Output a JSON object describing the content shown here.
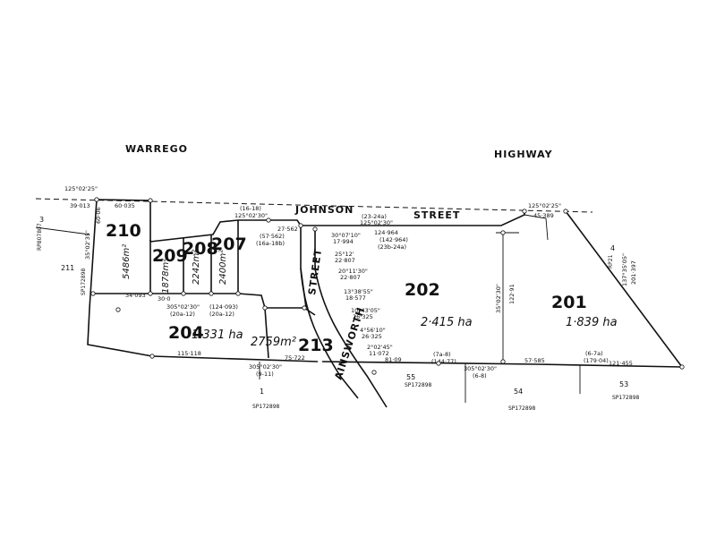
{
  "roads": {
    "warrego": "WARREGO",
    "highway": "HIGHWAY",
    "johnson": "JOHNSON",
    "street_top": "STREET",
    "street_vertical": "STREET",
    "ainsworth": "AINSWORTH"
  },
  "lots": [
    {
      "id": "lot-210",
      "number": "210",
      "area": "5486m²"
    },
    {
      "id": "lot-209",
      "number": "209",
      "area": "1878m²"
    },
    {
      "id": "lot-208",
      "number": "208",
      "area": "2242m²"
    },
    {
      "id": "lot-207",
      "number": "207",
      "area": "2400m²"
    },
    {
      "id": "lot-204",
      "number": "204",
      "area": "1·331 ha"
    },
    {
      "id": "lot-213",
      "number": "213",
      "area": "2759m²"
    },
    {
      "id": "lot-202",
      "number": "202",
      "area": "2·415 ha"
    },
    {
      "id": "lot-201",
      "number": "201",
      "area": "1·839 ha"
    }
  ],
  "adjoining": {
    "lot3": "3",
    "lot3_plan": "RP807807",
    "lot211": "211",
    "sp_left": "SP172898",
    "lot1": "1",
    "lot1_plan": "SP172898",
    "lot55": "55",
    "lot55_plan": "SP172898",
    "lot54": "54",
    "lot54_plan": "SP172898",
    "lot53": "53",
    "lot53_plan": "SP172898",
    "lot4": "4",
    "lot4_plan": "RP21"
  },
  "dimensions": {
    "top_warrego": "125°02'25\"",
    "top_39": "39·013",
    "top_60": "60·035",
    "top_1618": "(16-18)",
    "top_12502": "125°02'30\"",
    "bear_207": "27·562",
    "bear_207b": "(57·562)",
    "bear_207c": "(16a-18b)",
    "johnson_2324": "(23-24a)",
    "johnson_bearing": "125°02'30\"",
    "johnson_124": "124·964",
    "johnson_142": "(142·964)",
    "johnson_23b": "(23b-24a)",
    "right_45": "45·389",
    "right_12502": "125°02'25\"",
    "south_305_l": "305°02'30\"",
    "south_305_r": "305°02'30\"",
    "south_305_m": "305°02'30\"",
    "d_115": "115·118",
    "d_75": "75·722",
    "d_81": "81·09",
    "d_57": "57·585",
    "d_121": "121·455",
    "d_911": "(9-11)",
    "d_7a8": "(7a-8)",
    "d_144": "(144·77)",
    "d_68": "(6-8)",
    "d_67a": "(6-7a)",
    "d_179": "(179·04)",
    "d_3409": "34·093",
    "d_300": "30·0",
    "d_2012": "(20a-12)",
    "d_1240": "(124·093)",
    "d_2012b": "(20a-12)",
    "ains_1": "30°07'10\"",
    "ains_2": "17·994",
    "ains_3": "25°12'",
    "ains_4": "22·807",
    "ains_5": "20°11'30\"",
    "ains_6": "22·807",
    "ains_7": "13°38'55\"",
    "ains_8": "18·577",
    "ains_9": "10°43'05\"",
    "ains_10": "26·325",
    "ains_11": "4°56'10\"",
    "ains_12": "26·325",
    "ains_13": "2°02'45\"",
    "ains_14": "11·072",
    "east_1": "137°35'05\"",
    "east_2": "201·397",
    "e_a": "35°02'30\"",
    "e_b": "122·91",
    "w_a": "35°02'35\"",
    "w_b": "60·06"
  }
}
